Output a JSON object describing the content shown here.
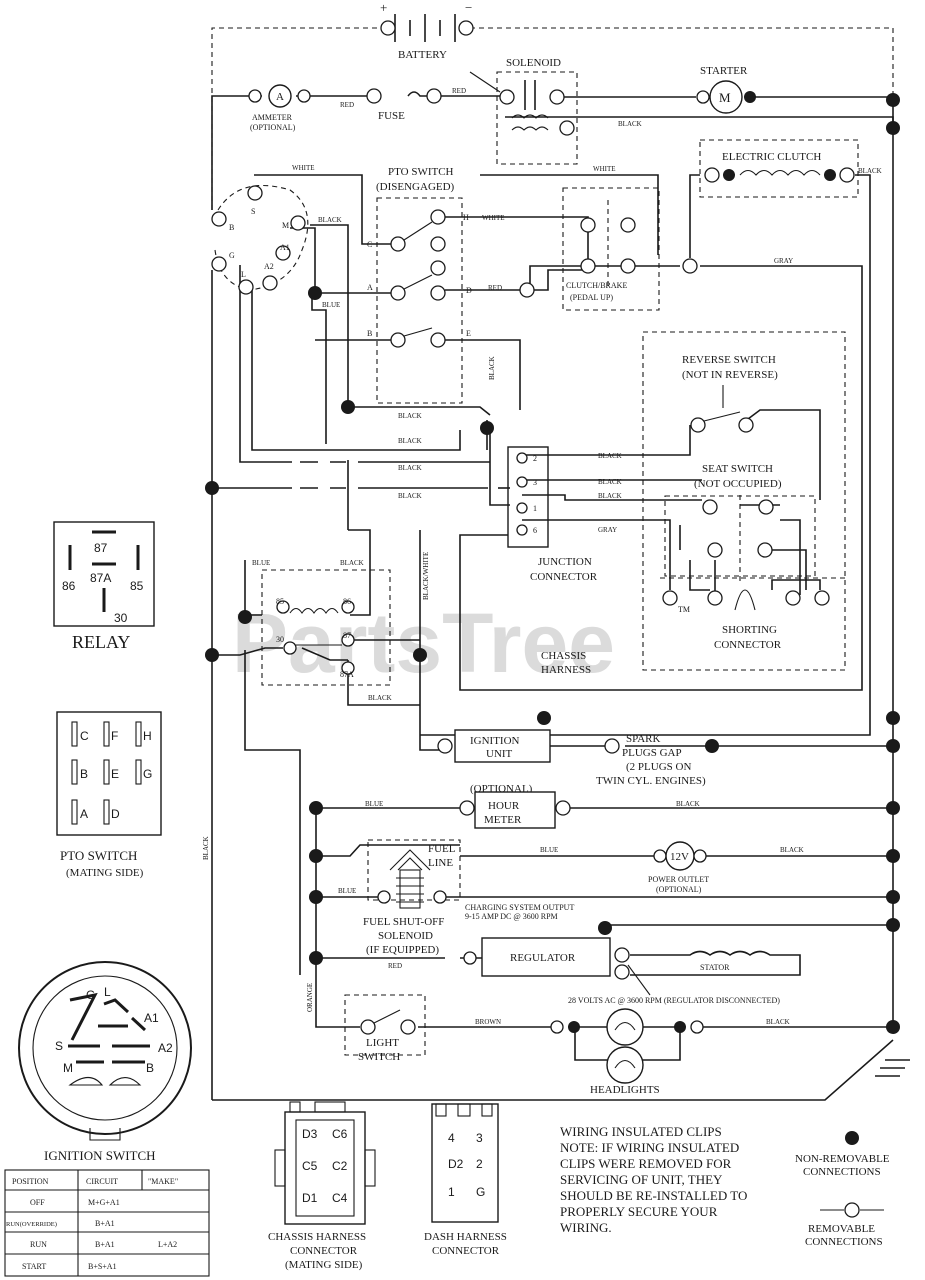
{
  "components": {
    "battery": "BATTERY",
    "battery_pos": "+",
    "battery_neg": "−",
    "solenoid": "SOLENOID",
    "starter": "STARTER",
    "starter_symbol": "M",
    "ammeter_line1": "AMMETER",
    "ammeter_line2": "(OPTIONAL)",
    "ammeter_symbol": "A",
    "fuse": "FUSE",
    "electric_clutch": "ELECTRIC CLUTCH",
    "pto_switch_line1": "PTO SWITCH",
    "pto_switch_line2": "(DISENGAGED)",
    "clutch_brake_line1": "CLUTCH/BRAKE",
    "clutch_brake_line2": "(PEDAL UP)",
    "reverse_switch_line1": "REVERSE SWITCH",
    "reverse_switch_line2": "(NOT IN REVERSE)",
    "seat_switch_line1": "SEAT SWITCH",
    "seat_switch_line2": "(NOT OCCUPIED)",
    "junction_line1": "JUNCTION",
    "junction_line2": "CONNECTOR",
    "shorting_line1": "SHORTING",
    "shorting_line2": "CONNECTOR",
    "chassis_line1": "CHASSIS",
    "chassis_line2": "HARNESS",
    "ignition_unit_line1": "IGNITION",
    "ignition_unit_line2": "UNIT",
    "spark_line1": "SPARK",
    "spark_line2": "PLUGS GAP",
    "spark_line3": "(2 PLUGS ON",
    "spark_line4": "TWIN CYL. ENGINES)",
    "hour_meter_line1": "(OPTIONAL)",
    "hour_meter_line2": "HOUR",
    "hour_meter_line3": "METER",
    "fuel_line_line1": "FUEL",
    "fuel_line_line2": "LINE",
    "power_outlet_symbol": "12V",
    "power_outlet_line1": "POWER OUTLET",
    "power_outlet_line2": "(OPTIONAL)",
    "fuel_shutoff_line1": "FUEL SHUT-OFF",
    "fuel_shutoff_line2": "SOLENOID",
    "fuel_shutoff_line3": "(IF EQUIPPED)",
    "charging_line1": "CHARGING SYSTEM OUTPUT",
    "charging_line2": "9-15 AMP DC @ 3600 RPM",
    "regulator": "REGULATOR",
    "stator": "STATOR",
    "stator_note": "28 VOLTS AC @ 3600 RPM (REGULATOR DISCONNECTED)",
    "light_switch_line1": "LIGHT",
    "light_switch_line2": "SWITCH",
    "headlights": "HEADLIGHTS",
    "relay": "RELAY",
    "relay_pins": {
      "p87": "87",
      "p87a": "87A",
      "p86": "86",
      "p85": "85",
      "p30": "30"
    },
    "pto_mating_line1": "PTO SWITCH",
    "pto_mating_line2": "(MATING SIDE)",
    "pto_pins": {
      "c": "C",
      "f": "F",
      "h": "H",
      "b": "B",
      "e": "E",
      "g": "G",
      "a": "A",
      "d": "D"
    },
    "ignition_switch": "IGNITION SWITCH",
    "ign_pins": {
      "g": "G",
      "l": "L",
      "a1": "A1",
      "a2": "A2",
      "s": "S",
      "m": "M",
      "b": "B"
    },
    "chassis_conn_line1": "CHASSIS HARNESS",
    "chassis_conn_line2": "CONNECTOR",
    "chassis_conn_line3": "(MATING SIDE)",
    "dash_conn_line1": "DASH HARNESS",
    "dash_conn_line2": "CONNECTOR"
  },
  "wire_colors": {
    "red": "RED",
    "white": "WHITE",
    "black": "BLACK",
    "blue": "BLUE",
    "gray": "GRAY",
    "brown": "BROWN",
    "orange": "ORANGE",
    "black_white": "BLACK/WHITE"
  },
  "terminals": {
    "pto_h": "H",
    "pto_c": "C",
    "pto_a": "A",
    "pto_d": "D",
    "pto_b": "B",
    "pto_e": "E",
    "sw_s": "S",
    "sw_b": "B",
    "sw_g": "G",
    "sw_l": "L",
    "sw_a1": "A1",
    "sw_a2": "A2",
    "sw_m": "M",
    "jc_1": "1",
    "jc_2": "2",
    "jc_3": "3",
    "jc_6": "6",
    "rl_85": "85",
    "rl_86": "86",
    "rl_30": "30",
    "rl_87": "87",
    "rl_87a": "87A"
  },
  "ignition_table": {
    "headers": [
      "POSITION",
      "CIRCUIT",
      "\"MAKE\""
    ],
    "rows": [
      [
        "OFF",
        "M+G+A1",
        ""
      ],
      [
        "RUN(OVERRIDE)",
        "B+A1",
        ""
      ],
      [
        "RUN",
        "B+A1",
        "L+A2"
      ],
      [
        "START",
        "B+S+A1",
        ""
      ]
    ]
  },
  "chassis_conn_pins": [
    "D3",
    "C6",
    "C5",
    "C2",
    "D1",
    "C4"
  ],
  "dash_conn_pins": [
    "4",
    "3",
    "D2",
    "2",
    "1",
    "G"
  ],
  "notes": {
    "clips_title": "WIRING INSULATED CLIPS",
    "clips_body": [
      "NOTE: IF WIRING INSULATED",
      "CLIPS WERE REMOVED FOR",
      "SERVICING OF UNIT, THEY",
      "SHOULD BE RE-INSTALLED TO",
      "PROPERLY SECURE YOUR",
      "WIRING."
    ],
    "legend_nonremovable_line1": "NON-REMOVABLE",
    "legend_nonremovable_line2": "CONNECTIONS",
    "legend_removable_line1": "REMOVABLE",
    "legend_removable_line2": "CONNECTIONS"
  },
  "watermark": "PartsTree",
  "watermark_tm": "TM",
  "colors": {
    "ink": "#1a1a1a",
    "paper": "#ffffff",
    "watermark": "#d0d0d0"
  }
}
